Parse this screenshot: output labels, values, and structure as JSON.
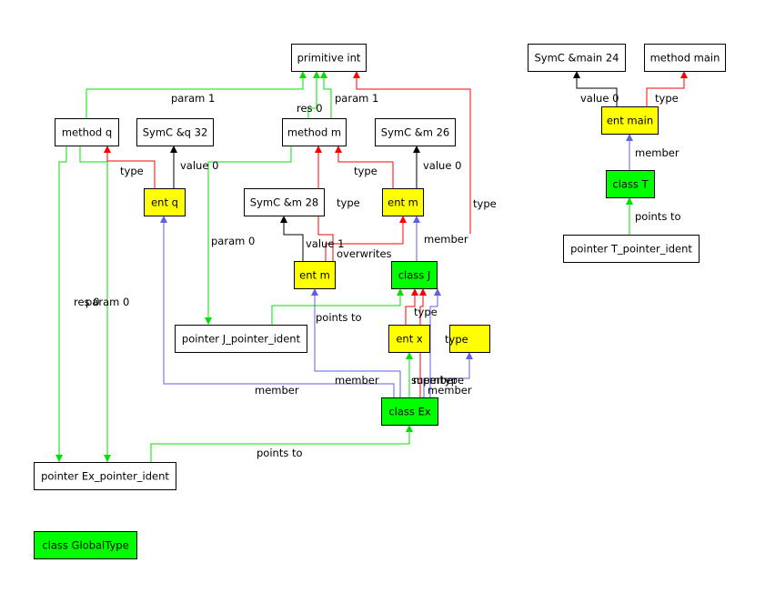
{
  "colors": {
    "entity": "#ffff00",
    "class": "#00ff00",
    "plain": "#ffffff",
    "edge_green": "#00e000",
    "edge_red": "#ff0000",
    "edge_blue": "#6060e0",
    "edge_black": "#000000"
  },
  "nodes": [
    {
      "id": "prim_int",
      "label": "primitive int",
      "kind": "plain"
    },
    {
      "id": "method_q",
      "label": "method q",
      "kind": "plain"
    },
    {
      "id": "symc_q32",
      "label": "SymC &q 32",
      "kind": "plain"
    },
    {
      "id": "method_m",
      "label": "method m",
      "kind": "plain"
    },
    {
      "id": "symc_m26",
      "label": "SymC &m 26",
      "kind": "plain"
    },
    {
      "id": "ent_q",
      "label": "ent q",
      "kind": "entity"
    },
    {
      "id": "symc_m28",
      "label": "SymC &m 28",
      "kind": "plain"
    },
    {
      "id": "ent_m_upper",
      "label": "ent m",
      "kind": "entity"
    },
    {
      "id": "ent_m_lower",
      "label": "ent m",
      "kind": "entity"
    },
    {
      "id": "class_j",
      "label": "class J",
      "kind": "class"
    },
    {
      "id": "ptr_j",
      "label": "pointer J_pointer_ident",
      "kind": "plain"
    },
    {
      "id": "ent_x",
      "label": "ent x",
      "kind": "entity"
    },
    {
      "id": "ent_small",
      "label": "",
      "kind": "entity"
    },
    {
      "id": "class_ex",
      "label": "class Ex",
      "kind": "class"
    },
    {
      "id": "ptr_ex",
      "label": "pointer Ex_pointer_ident",
      "kind": "plain"
    },
    {
      "id": "class_global",
      "label": "class GlobalType",
      "kind": "class"
    },
    {
      "id": "symc_main24",
      "label": "SymC &main 24",
      "kind": "plain"
    },
    {
      "id": "method_main",
      "label": "method main",
      "kind": "plain"
    },
    {
      "id": "ent_main",
      "label": "ent main",
      "kind": "entity"
    },
    {
      "id": "class_t",
      "label": "class T",
      "kind": "class"
    },
    {
      "id": "ptr_t",
      "label": "pointer T_pointer_ident",
      "kind": "plain"
    }
  ],
  "edges": [
    {
      "id": "e1",
      "color": "green",
      "label": "param 1"
    },
    {
      "id": "e2",
      "color": "green",
      "label": "res 0"
    },
    {
      "id": "e3",
      "color": "green",
      "label": "param 1"
    },
    {
      "id": "e4",
      "color": "red",
      "label": "type"
    },
    {
      "id": "e5",
      "color": "black",
      "label": "value 0"
    },
    {
      "id": "e6",
      "color": "red",
      "label": "type"
    },
    {
      "id": "e7",
      "color": "red",
      "label": "type"
    },
    {
      "id": "e8",
      "color": "black",
      "label": "value 0"
    },
    {
      "id": "e9",
      "color": "red",
      "label": "type"
    },
    {
      "id": "e10",
      "color": "black",
      "label": "value 1"
    },
    {
      "id": "e11",
      "color": "red",
      "label": "overwrites"
    },
    {
      "id": "e12",
      "color": "blue",
      "label": "member"
    },
    {
      "id": "e13",
      "color": "green",
      "label": "param 0"
    },
    {
      "id": "e14",
      "color": "green",
      "label": "res 0"
    },
    {
      "id": "e15",
      "color": "green",
      "label": "param 0"
    },
    {
      "id": "e16",
      "color": "green",
      "label": "points to"
    },
    {
      "id": "e17",
      "color": "red",
      "label": "type"
    },
    {
      "id": "e18",
      "color": "red",
      "label": "type"
    },
    {
      "id": "e19",
      "color": "blue",
      "label": "member"
    },
    {
      "id": "e20",
      "color": "blue",
      "label": "member"
    },
    {
      "id": "e21",
      "color": "green",
      "label": "supertype"
    },
    {
      "id": "e22",
      "color": "blue",
      "label": "member"
    },
    {
      "id": "e23",
      "color": "blue",
      "label": "member"
    },
    {
      "id": "e24",
      "color": "green",
      "label": "points to"
    },
    {
      "id": "e25",
      "color": "black",
      "label": "value 0"
    },
    {
      "id": "e26",
      "color": "red",
      "label": "type"
    },
    {
      "id": "e27",
      "color": "blue",
      "label": "member"
    },
    {
      "id": "e28",
      "color": "green",
      "label": "points to"
    }
  ]
}
